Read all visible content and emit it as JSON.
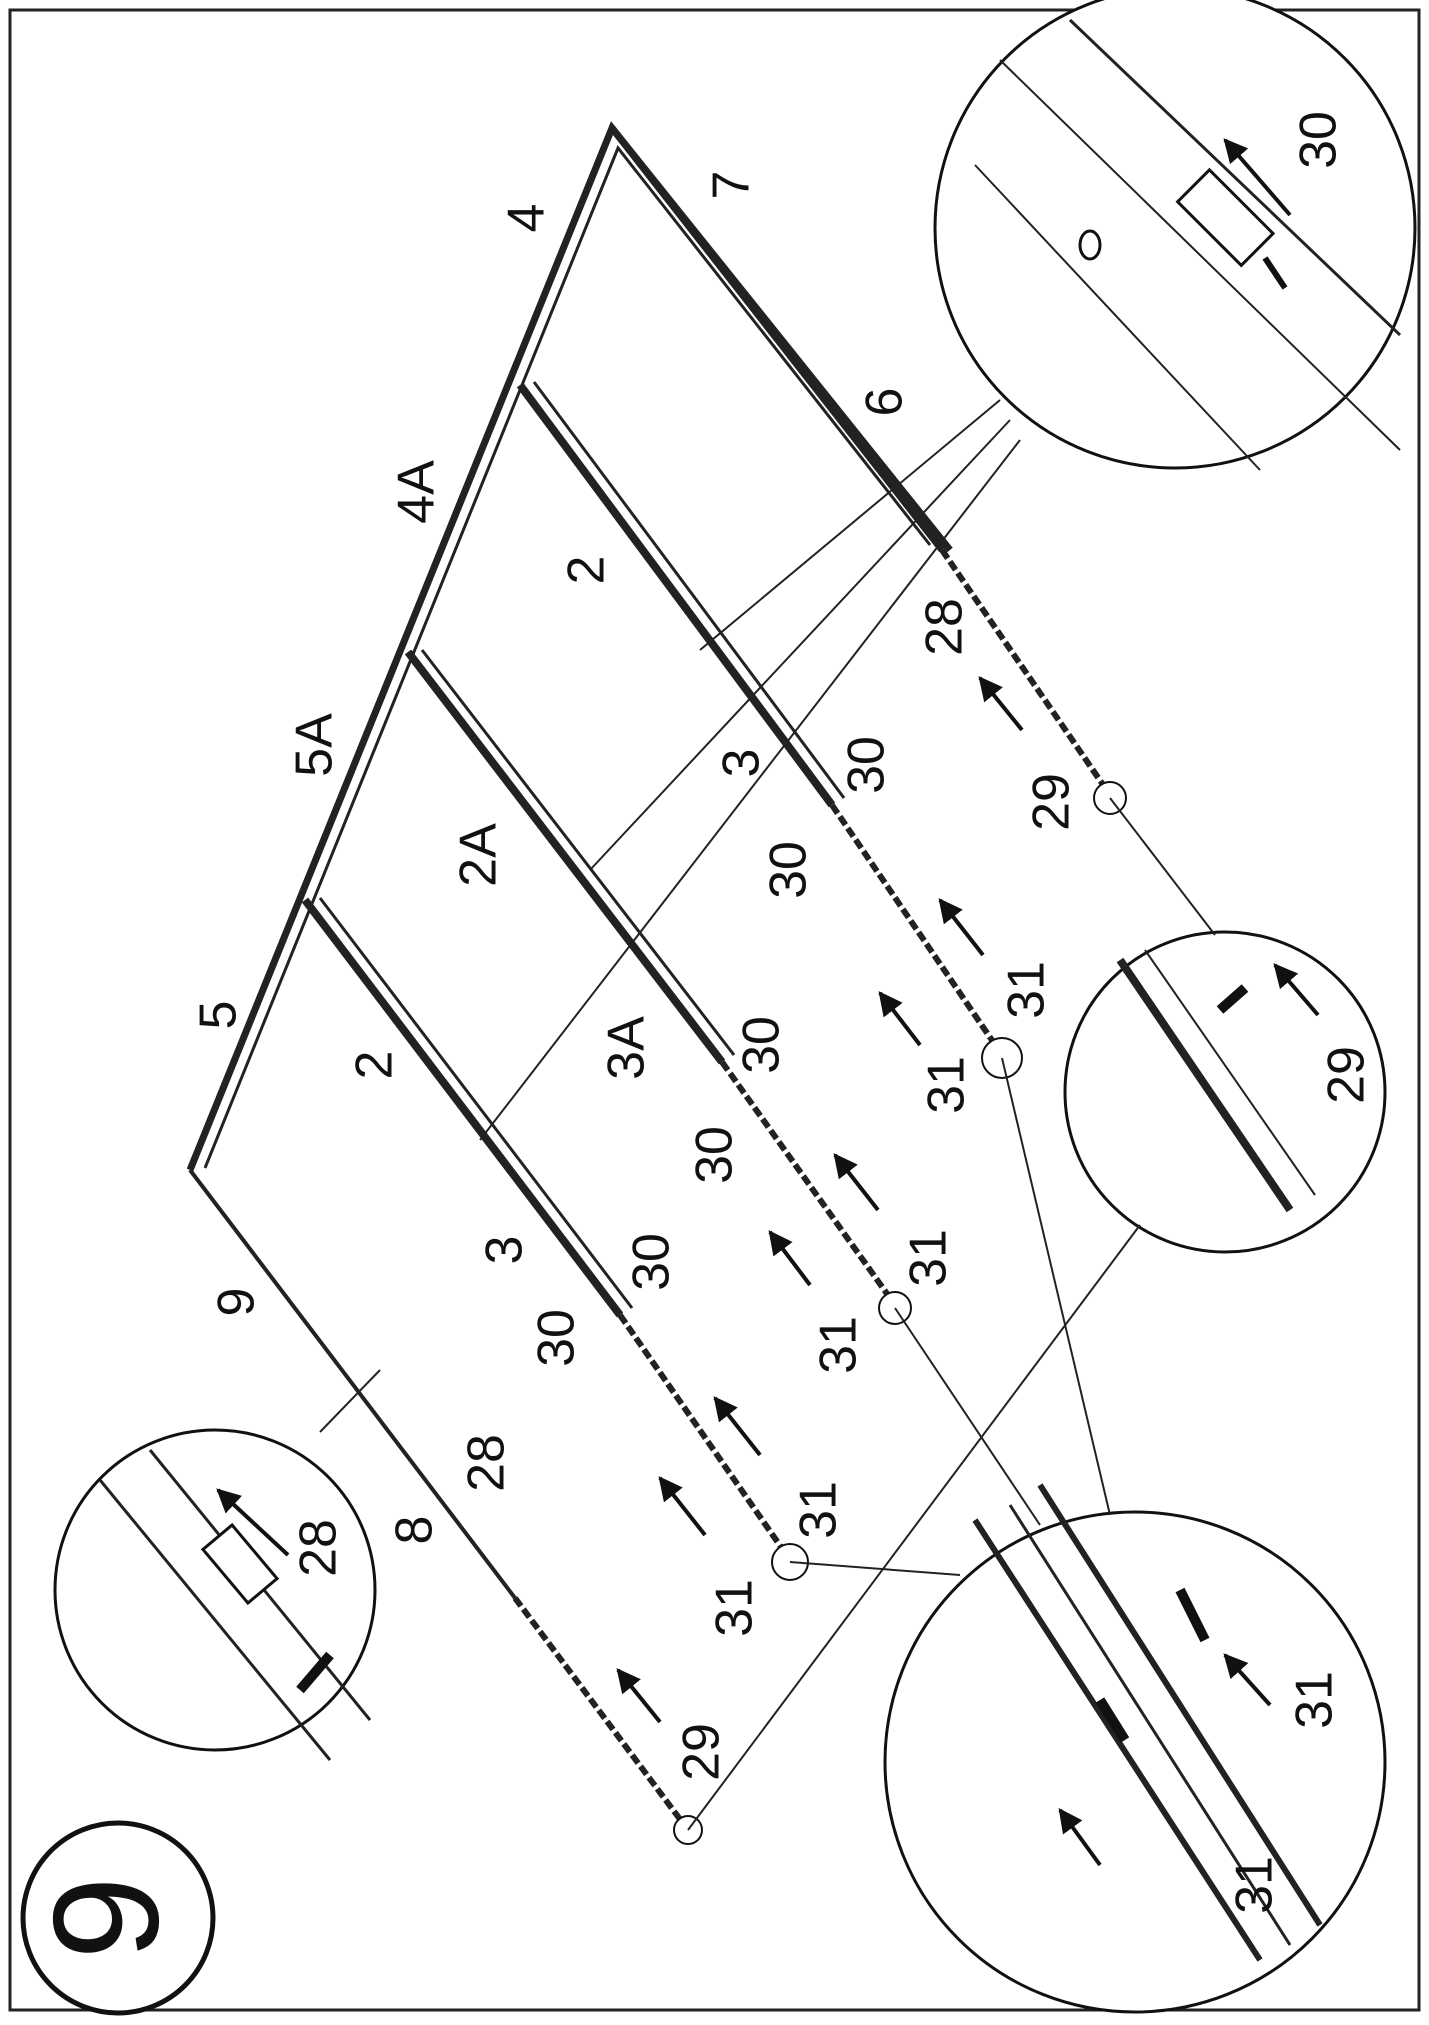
{
  "step": {
    "number": "9"
  },
  "part_labels": [
    {
      "id": "l-4",
      "text": "4"
    },
    {
      "id": "l-7",
      "text": "7"
    },
    {
      "id": "l-6",
      "text": "6"
    },
    {
      "id": "l-4a",
      "text": "4A"
    },
    {
      "id": "l-2-right",
      "text": "2"
    },
    {
      "id": "l-28-right",
      "text": "28"
    },
    {
      "id": "l-5a",
      "text": "5A"
    },
    {
      "id": "l-3-right",
      "text": "3"
    },
    {
      "id": "l-30-r1",
      "text": "30"
    },
    {
      "id": "l-29-right",
      "text": "29"
    },
    {
      "id": "l-2a",
      "text": "2A"
    },
    {
      "id": "l-30-r2",
      "text": "30"
    },
    {
      "id": "l-31-r1",
      "text": "31"
    },
    {
      "id": "l-31-r2",
      "text": "31"
    },
    {
      "id": "l-5",
      "text": "5"
    },
    {
      "id": "l-3a",
      "text": "3A"
    },
    {
      "id": "l-30-m1",
      "text": "30"
    },
    {
      "id": "l-30-m2",
      "text": "30"
    },
    {
      "id": "l-2-left",
      "text": "2"
    },
    {
      "id": "l-31-m1",
      "text": "31"
    },
    {
      "id": "l-31-m2",
      "text": "31"
    },
    {
      "id": "l-9",
      "text": "9"
    },
    {
      "id": "l-3-left",
      "text": "3"
    },
    {
      "id": "l-30-l1",
      "text": "30"
    },
    {
      "id": "l-30-l2",
      "text": "30"
    },
    {
      "id": "l-28-left",
      "text": "28"
    },
    {
      "id": "l-8",
      "text": "8"
    },
    {
      "id": "l-31-l1",
      "text": "31"
    },
    {
      "id": "l-31-l2",
      "text": "31"
    },
    {
      "id": "l-29-left",
      "text": "29"
    }
  ],
  "detail_labels": [
    {
      "id": "d-30",
      "text": "30"
    },
    {
      "id": "d-29",
      "text": "29"
    },
    {
      "id": "d-28",
      "text": "28"
    },
    {
      "id": "d-31a",
      "text": "31"
    },
    {
      "id": "d-31b",
      "text": "31"
    }
  ]
}
